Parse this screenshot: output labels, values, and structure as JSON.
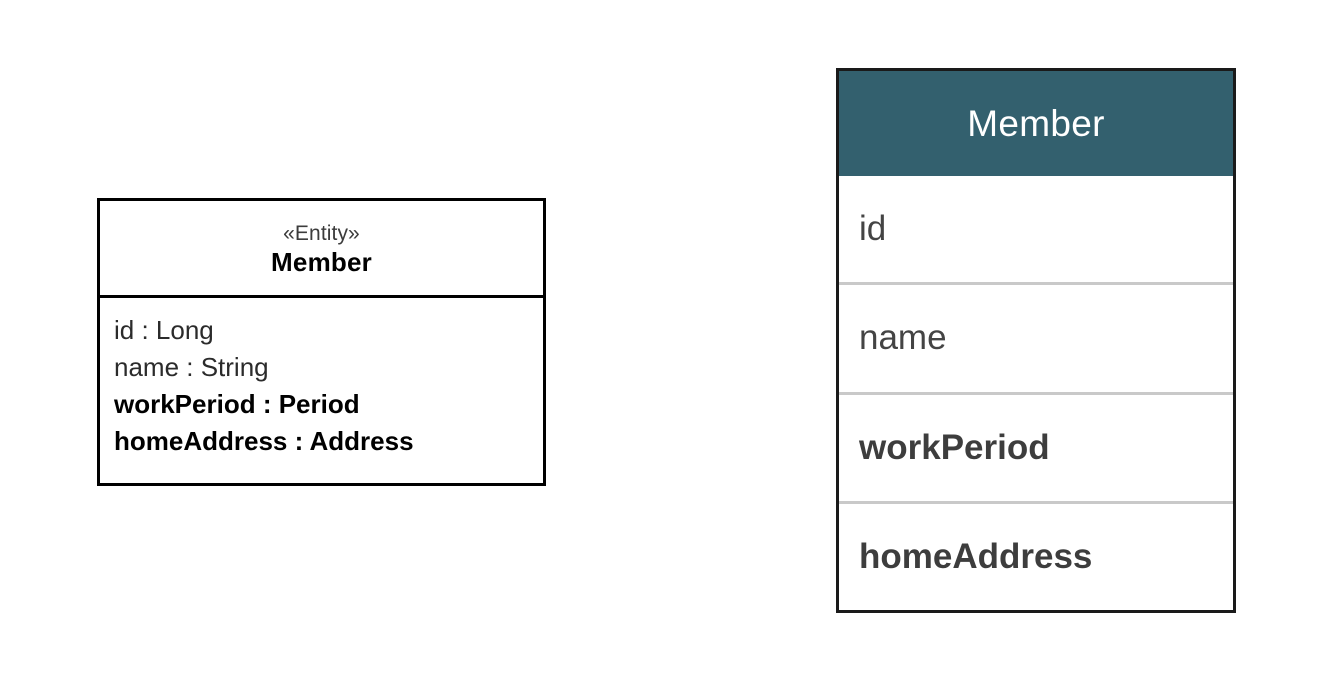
{
  "background_color": "#ffffff",
  "uml_class": {
    "stereotype": "«Entity»",
    "name": "Member",
    "border_color": "#000000",
    "attributes": [
      {
        "text": "id : Long",
        "name": "id",
        "type": "Long",
        "weight": "regular"
      },
      {
        "text": "name : String",
        "name": "name",
        "type": "String",
        "weight": "regular"
      },
      {
        "text": "workPeriod : Period",
        "name": "workPeriod",
        "type": "Period",
        "weight": "bold"
      },
      {
        "text": "homeAddress : Address",
        "name": "homeAddress",
        "type": "Address",
        "weight": "bold"
      }
    ]
  },
  "table": {
    "header": {
      "label": "Member",
      "background_color": "#33606e",
      "text_color": "#ffffff"
    },
    "divider_color": "#c9c9c9",
    "border_color": "#1a1a1a",
    "rows": [
      {
        "label": "id",
        "weight": "regular"
      },
      {
        "label": "name",
        "weight": "regular"
      },
      {
        "label": "workPeriod",
        "weight": "bold"
      },
      {
        "label": "homeAddress",
        "weight": "bold"
      }
    ]
  }
}
